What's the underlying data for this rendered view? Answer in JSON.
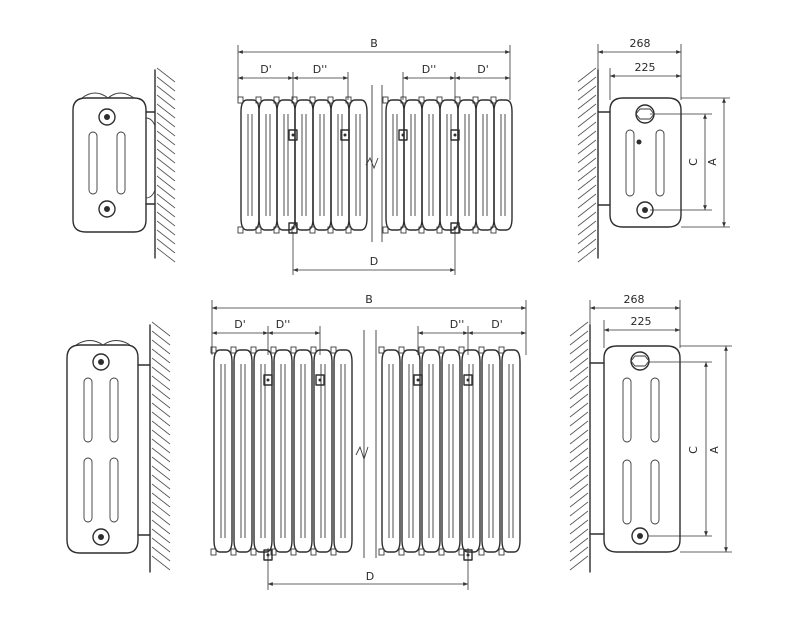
{
  "top": {
    "front": {
      "B": "B",
      "D1_left": "D'",
      "D2_left": "D''",
      "D2_right": "D''",
      "D1_right": "D'",
      "D": "D"
    },
    "side": {
      "w268": "268",
      "w225": "225",
      "C": "C",
      "A": "A"
    }
  },
  "bottom": {
    "front": {
      "B": "B",
      "D1_left": "D'",
      "D2_left": "D''",
      "D2_right": "D''",
      "D1_right": "D'",
      "D": "D"
    },
    "side": {
      "w268": "268",
      "w225": "225",
      "C": "C",
      "A": "A"
    }
  }
}
